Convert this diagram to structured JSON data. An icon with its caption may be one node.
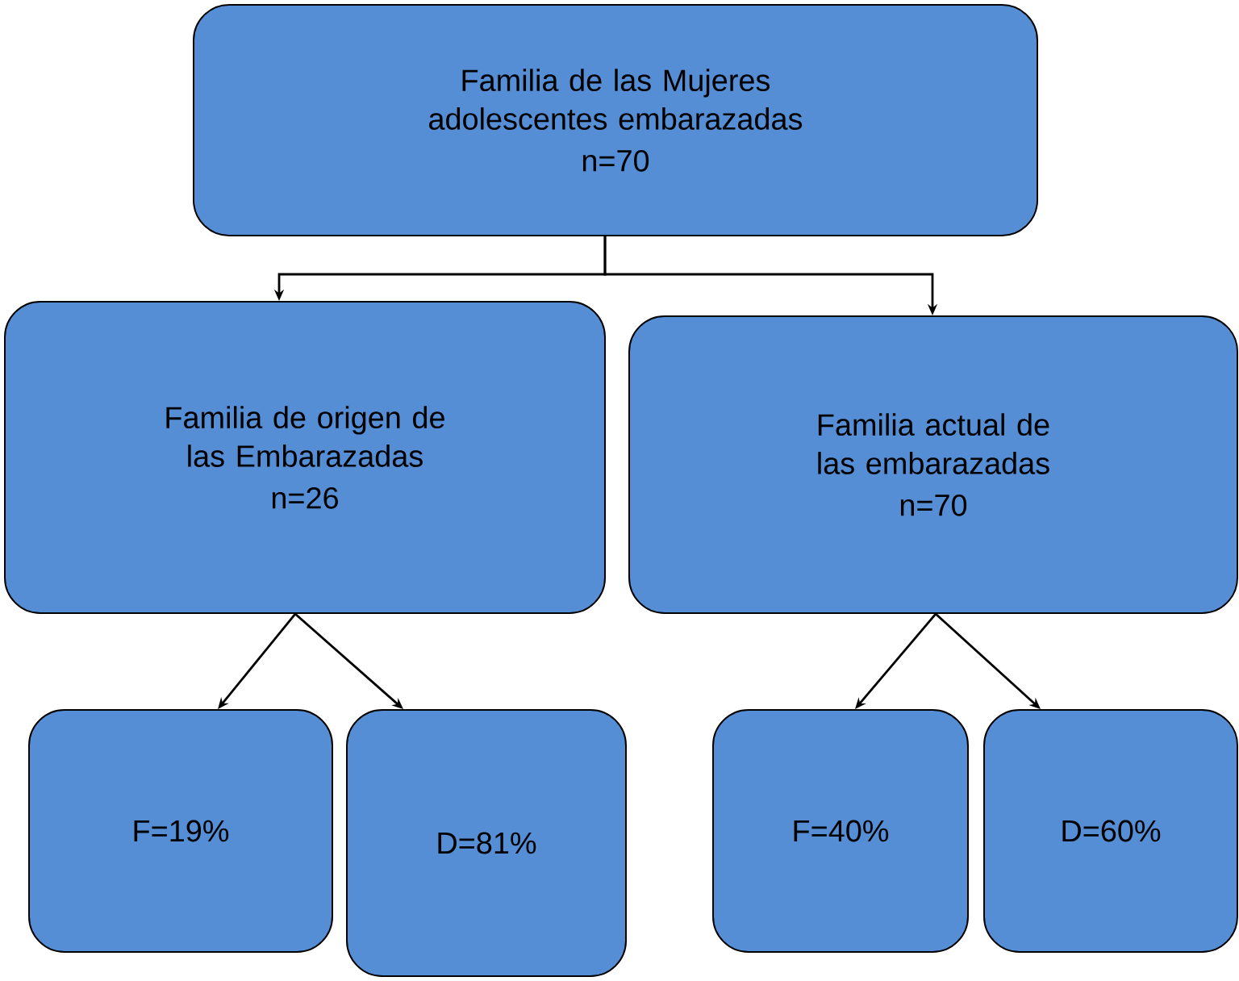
{
  "diagram": {
    "nodes": [
      {
        "text": [
          "Familia de las Mujeres adolescentes embarazadas",
          "n=70"
        ]
      },
      {
        "text": [
          "Familia de origen de las Embarazadas",
          "n=26"
        ]
      },
      {
        "text": [
          "Familia actual de las embarazadas",
          "n=70"
        ]
      },
      {
        "text": [
          "F=19%"
        ]
      },
      {
        "text": [
          "D=81%"
        ]
      },
      {
        "text": [
          "F=40%"
        ]
      },
      {
        "text": [
          "D=60%"
        ]
      }
    ],
    "edges": [
      {
        "from": 0,
        "to": 1,
        "arrow": "to"
      },
      {
        "from": 0,
        "to": 2,
        "arrow": "to"
      },
      {
        "from": 1,
        "to": 3,
        "arrow": "to"
      },
      {
        "from": 1,
        "to": 4,
        "arrow": "to"
      },
      {
        "from": 2,
        "to": 5,
        "arrow": "to"
      },
      {
        "from": 2,
        "to": 6,
        "arrow": "to"
      }
    ]
  }
}
